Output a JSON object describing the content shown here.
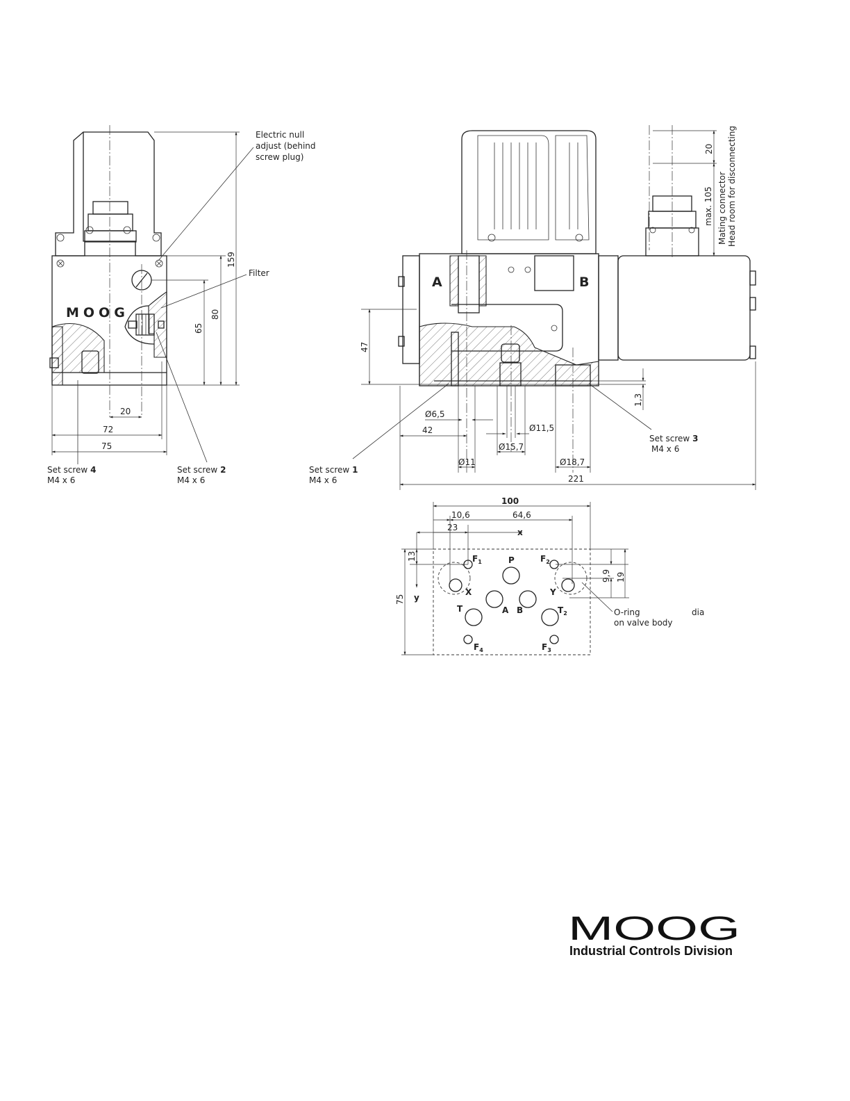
{
  "front_view": {
    "brand": "MOOG",
    "callouts": {
      "electric_null_1": "Electric null",
      "electric_null_2": "adjust (behind",
      "electric_null_3": "screw plug)",
      "filter": "Filter"
    },
    "dims": {
      "d159": "159",
      "d80": "80",
      "d65": "65",
      "d20": "20",
      "d72": "72",
      "d75": "75"
    },
    "set_screw_4": {
      "name": "Set screw ",
      "num": "4",
      "size": "M4 x 6"
    },
    "set_screw_2": {
      "name": "Set screw ",
      "num": "2",
      "size": "M4 x 6"
    }
  },
  "side_view": {
    "port_a": "A",
    "port_b": "B",
    "connector_1": "max. 105",
    "connector_2": "Mating connector",
    "connector_3": "Head room for disconnecting",
    "dims": {
      "d20": "20",
      "d47": "47",
      "d1_3": "1,3",
      "d6_5": "Ø6,5",
      "d42": "42",
      "d11_5": "Ø11,5",
      "d15_7": "Ø15,7",
      "d11": "Ø11",
      "d18_7": "Ø18,7",
      "d221": "221"
    },
    "set_screw_1": {
      "name": "Set screw ",
      "num": "1",
      "size": "M4 x 6"
    },
    "set_screw_3": {
      "name": "Set screw ",
      "num": "3",
      "size": "M4 x 6"
    }
  },
  "port_pattern": {
    "dims": {
      "d100": "100",
      "d10_6": "10,6",
      "d64_6": "64,6",
      "d23": "23",
      "d13": "13",
      "d75": "75",
      "d9_9": "9,9",
      "d19": "19"
    },
    "axis_x": "x",
    "axis_y": "y",
    "ports": {
      "F1": "F",
      "F1_sub": "1",
      "P": "P",
      "F2": "F",
      "F2_sub": "2",
      "X": "X",
      "Y": "Y",
      "A": "A",
      "B": "B",
      "T": "T",
      "T2": "T",
      "T2_sub": "2",
      "F4": "F",
      "F4_sub": "4",
      "F3": "F",
      "F3_sub": "3"
    },
    "oring_1": "O-ring",
    "oring_dia": "dia",
    "oring_2": "on valve body"
  },
  "footer": {
    "logo": "MOOG",
    "division": "Industrial Controls Division"
  }
}
